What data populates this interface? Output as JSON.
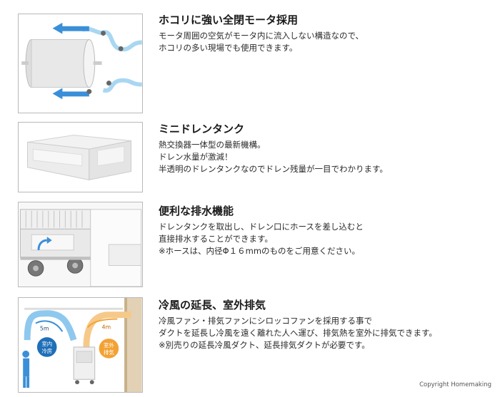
{
  "features": [
    {
      "title": "ホコリに強い全閉モータ採用",
      "lines": [
        "モータ周囲の空気がモータ内に流入しない構造なので、",
        "ホコリの多い現場でも使用できます。"
      ]
    },
    {
      "title": "ミニドレンタンク",
      "lines": [
        "熱交換器一体型の最新機構。",
        "ドレン水量が激減！",
        "半透明のドレンタンクなのでドレン残量が一目でわかります。"
      ]
    },
    {
      "title": "便利な排水機能",
      "lines": [
        "ドレンタンクを取出し、ドレン口にホースを差し込むと",
        "直接排水することができます。",
        "※ホースは、内径Φ１６mmのものをご用意ください。"
      ]
    },
    {
      "title": "冷風の延長、室外排気",
      "lines": [
        "冷風ファン・排気ファンにシロッコファンを採用する事で",
        "ダクトを延長し冷風を遠く離れた人へ運び、排気熱を室外に排気できます。",
        "※別売りの延長冷風ダクト、延長排気ダクトが必要です。"
      ]
    }
  ],
  "diagram": {
    "left_distance": "5m",
    "left_badge_line1": "室内",
    "left_badge_line2": "冷房",
    "right_distance": "4m",
    "right_badge_line1": "室外",
    "right_badge_line2": "排気"
  },
  "copyright": "Copyright Homemaking",
  "colors": {
    "arrow_blue": "#3a8fd8",
    "badge_blue": "#1f6fb8",
    "badge_orange": "#f2a234",
    "duct_cool": "#8ec8ee",
    "duct_warm": "#f6c98a"
  }
}
